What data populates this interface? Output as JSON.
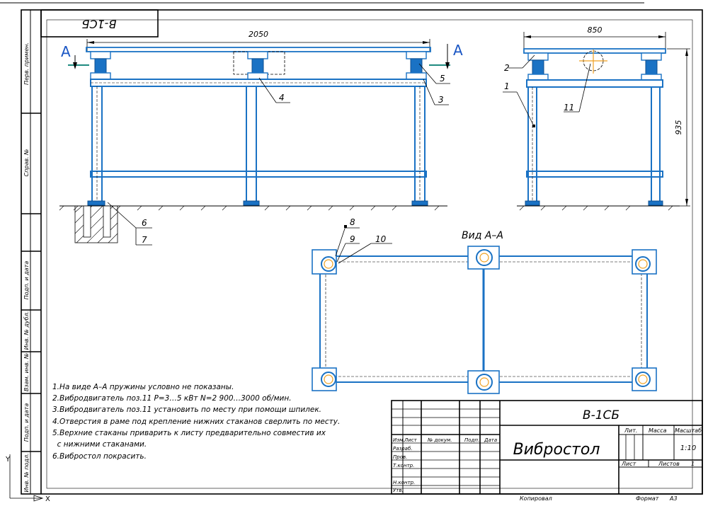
{
  "stamp_rotated": "В-1СБ",
  "dimensions": {
    "front_length": "2050",
    "side_width": "850",
    "side_height": "935"
  },
  "section_marker": "А",
  "view_title": "Вид А–А",
  "callouts": [
    "1",
    "2",
    "3",
    "4",
    "5",
    "6",
    "7",
    "8",
    "9",
    "10",
    "11"
  ],
  "notes": [
    "1.На виде А–А пружины условно не показаны.",
    "2.Вибродвигатель поз.11  Р=3…5 кВт  N=2 900…3000 об/мин.",
    "3.Вибродвигатель поз.11 установить по месту при помощи шпилек.",
    "4.Отверстия в раме под крепление нижних стаканов сверлить по месту.",
    "5.Верхние стаканы приварить к листу предварительно совместив их",
    "  с нижними стаканами.",
    "6.Вибростол покрасить."
  ],
  "side_strip": [
    "Перв. примен.",
    "Справ. №",
    "Подп. и дата",
    "Инв. № дубл.",
    "Взам. инв. №",
    "Подп. и дата",
    "Инв. № подл."
  ],
  "title_block": {
    "designation": "В-1СБ",
    "name": "Вибростол",
    "col_headers": [
      "Изм.",
      "Лист",
      "№ докум.",
      "Подп.",
      "Дата"
    ],
    "rows": [
      "Разраб.",
      "Пров.",
      "Т.контр.",
      "",
      "Н.контр.",
      "Утв."
    ],
    "lit_label": "Лит.",
    "mass_label": "Масса",
    "scale_label": "Масштаб",
    "scale_value": "1:10",
    "sheet_label": "Лист",
    "sheets_label": "Листов",
    "sheets_value": "1",
    "copied": "Копировал",
    "format_label": "Формат",
    "format_value": "А3"
  },
  "axis_y": "Y",
  "axis_x": "X"
}
